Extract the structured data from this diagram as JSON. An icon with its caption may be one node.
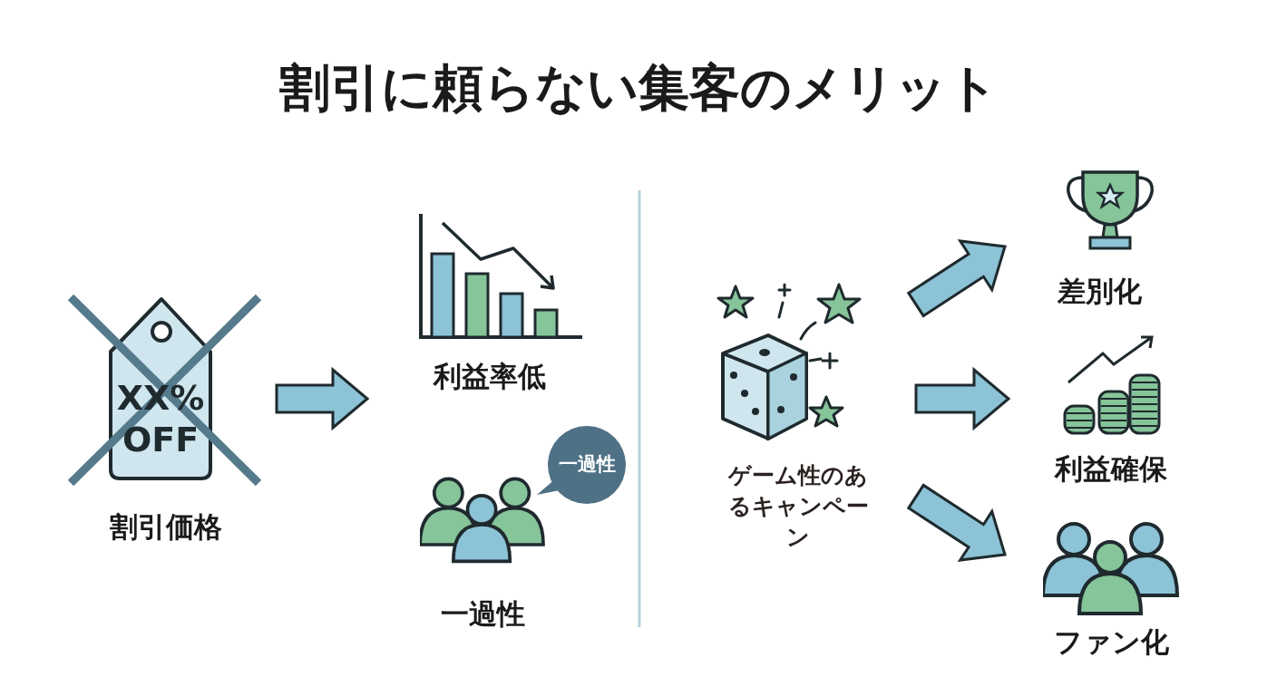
{
  "diagram": {
    "title": "割引に頼らない集客のメリット",
    "nodes": [
      {
        "text": [
          "割引価格"
        ]
      },
      {
        "text": [
          "利益率低"
        ]
      },
      {
        "text": [
          "一過性"
        ]
      },
      {
        "text": [
          "一過性"
        ]
      },
      {
        "text": [
          "ゲーム性のあるキャンペーン"
        ]
      },
      {
        "text": [
          "差別化"
        ]
      },
      {
        "text": [
          "利益確保"
        ]
      },
      {
        "text": [
          "ファン化"
        ]
      }
    ],
    "edges": [
      {
        "from": 0,
        "to": 1,
        "arrow": "to"
      },
      {
        "from": 0,
        "to": 2,
        "arrow": "to"
      },
      {
        "from": 4,
        "to": 5,
        "arrow": "to"
      },
      {
        "from": 4,
        "to": 6,
        "arrow": "to"
      },
      {
        "from": 4,
        "to": 7,
        "arrow": "to"
      }
    ],
    "labels": [
      "XX%",
      "OFF"
    ]
  }
}
